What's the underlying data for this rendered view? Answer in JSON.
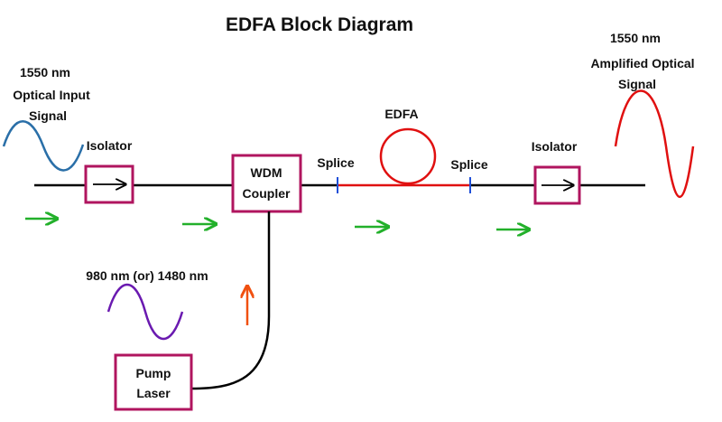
{
  "title": "EDFA Block Diagram",
  "input_signal": {
    "wavelength": "1550 nm",
    "line2": "Optical Input",
    "line3": "Signal"
  },
  "output_signal": {
    "wavelength": "1550 nm",
    "line2": "Amplified Optical",
    "line3": "Signal"
  },
  "pump_wavelength": "980 nm (or) 1480 nm",
  "isolator_left": "Isolator",
  "isolator_right": "Isolator",
  "wdm": {
    "line1": "WDM",
    "line2": "Coupler"
  },
  "splice_left": "Splice",
  "splice_right": "Splice",
  "edfa": "EDFA",
  "pump": {
    "line1": "Pump",
    "line2": "Laser"
  },
  "colors": {
    "title": "#1f3fd8",
    "box_border": "#b0155f",
    "fiber": "#000000",
    "edfa_fiber": "#e01010",
    "splice": "#1f4fd8",
    "input_wave": "#2a6fa8",
    "output_wave": "#e01010",
    "pump_wave": "#6a1ab0",
    "flow_arrow": "#22b02a",
    "pump_arrow": "#f05010"
  },
  "icons": {
    "isolator": "right-arrow-icon",
    "flow": "right-arrow-icon",
    "pump_flow": "up-arrow-icon"
  }
}
